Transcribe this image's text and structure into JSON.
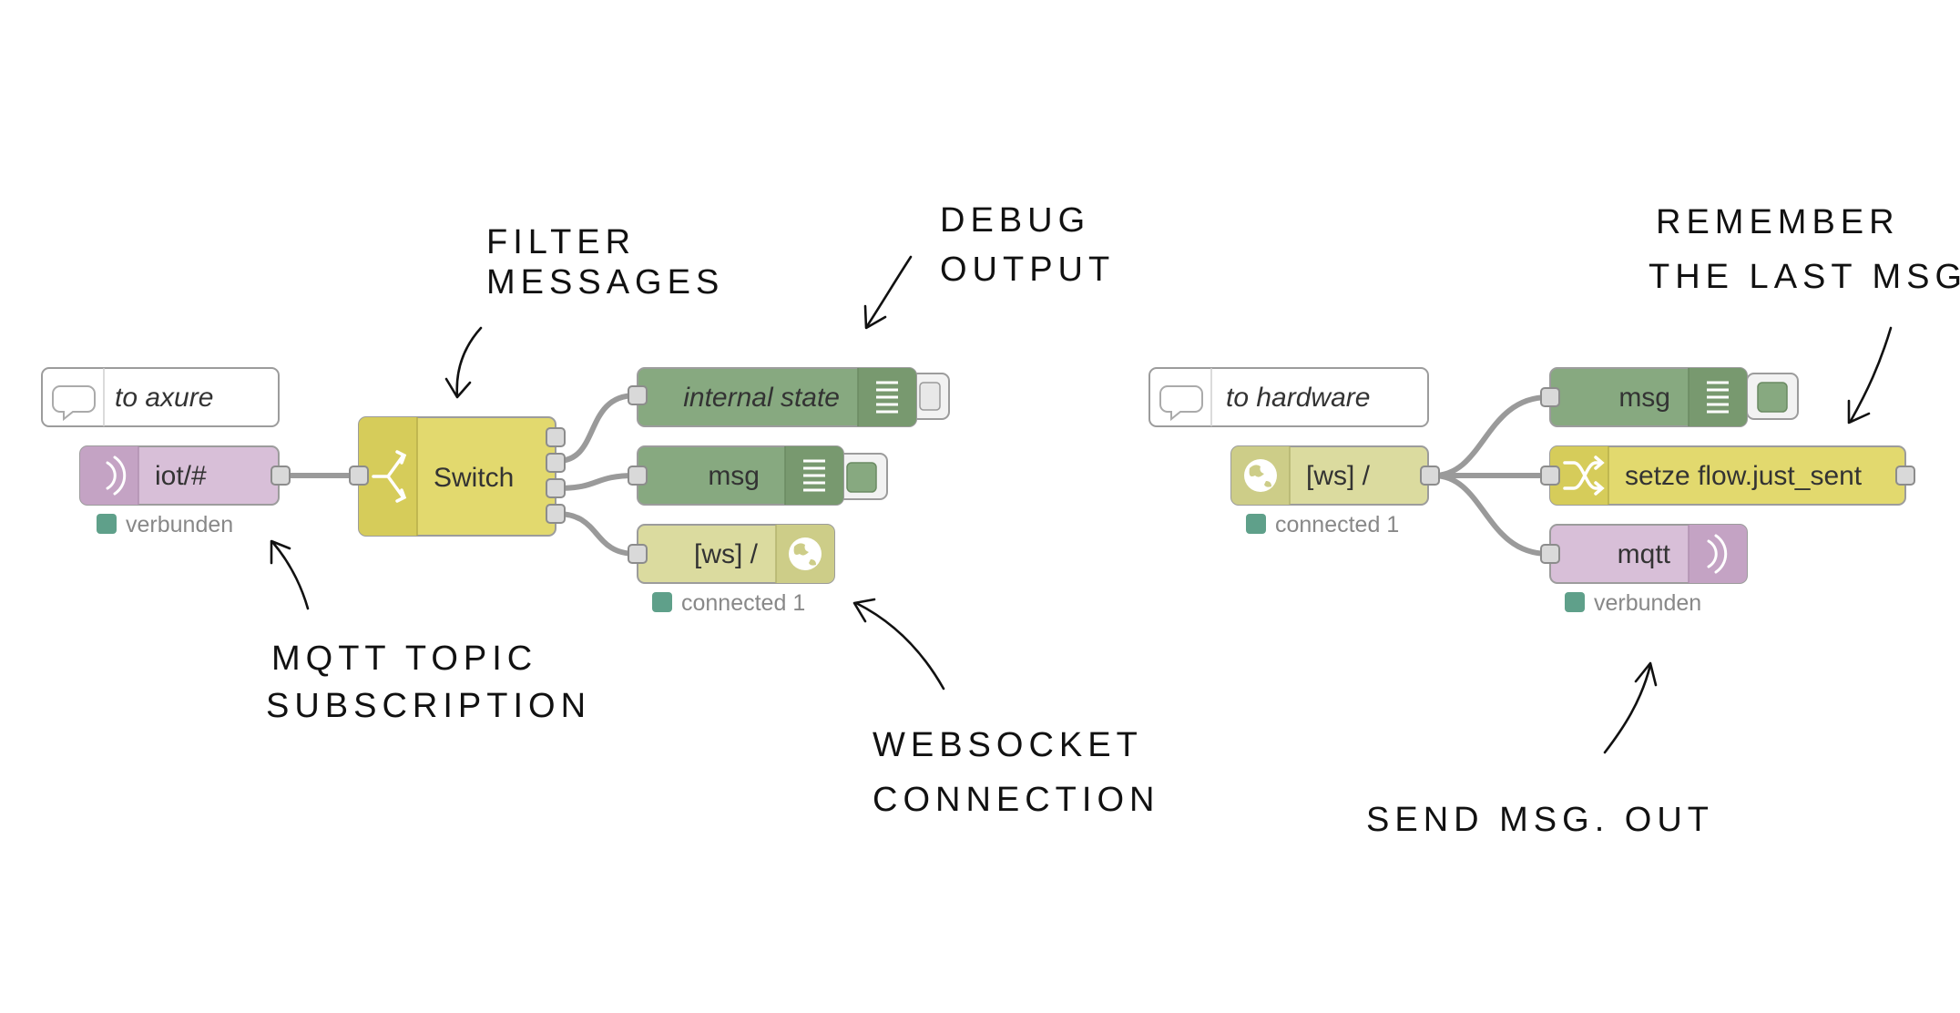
{
  "annotations": {
    "filter": [
      "FILTER",
      "MESSAGES"
    ],
    "debug": [
      "DEBUG",
      "OUTPUT"
    ],
    "mqtt_sub": [
      "MQTT TOPIC",
      "SUBSCRIPTION"
    ],
    "websocket": [
      "WEBSOCKET",
      "CONNECTION"
    ],
    "remember": [
      "REMEMBER",
      "THE LAST MSG."
    ],
    "send": "SEND MSG. OUT"
  },
  "left_flow": {
    "comment": "to axure",
    "mqtt_in": {
      "label": "iot/#",
      "status": "verbunden"
    },
    "switch": {
      "label": "Switch"
    },
    "debug_internal": {
      "label": "internal state"
    },
    "debug_msg": {
      "label": "msg"
    },
    "ws_out": {
      "label": "[ws] /",
      "status": "connected 1"
    }
  },
  "right_flow": {
    "comment": "to hardware",
    "ws_in": {
      "label": "[ws] /",
      "status": "connected 1"
    },
    "debug_msg": {
      "label": "msg"
    },
    "change": {
      "label": "setze flow.just_sent"
    },
    "mqtt_out": {
      "label": "mqtt",
      "status": "verbunden"
    }
  },
  "colors": {
    "mqtt": "#d8bfd8",
    "mqtt_icon_area": "#c4a3c4",
    "switch": "#e2d96e",
    "debug": "#87a980",
    "websocket": "#dbdb9f",
    "comment": "#ffffff",
    "status_ok": "#5fa08a"
  }
}
